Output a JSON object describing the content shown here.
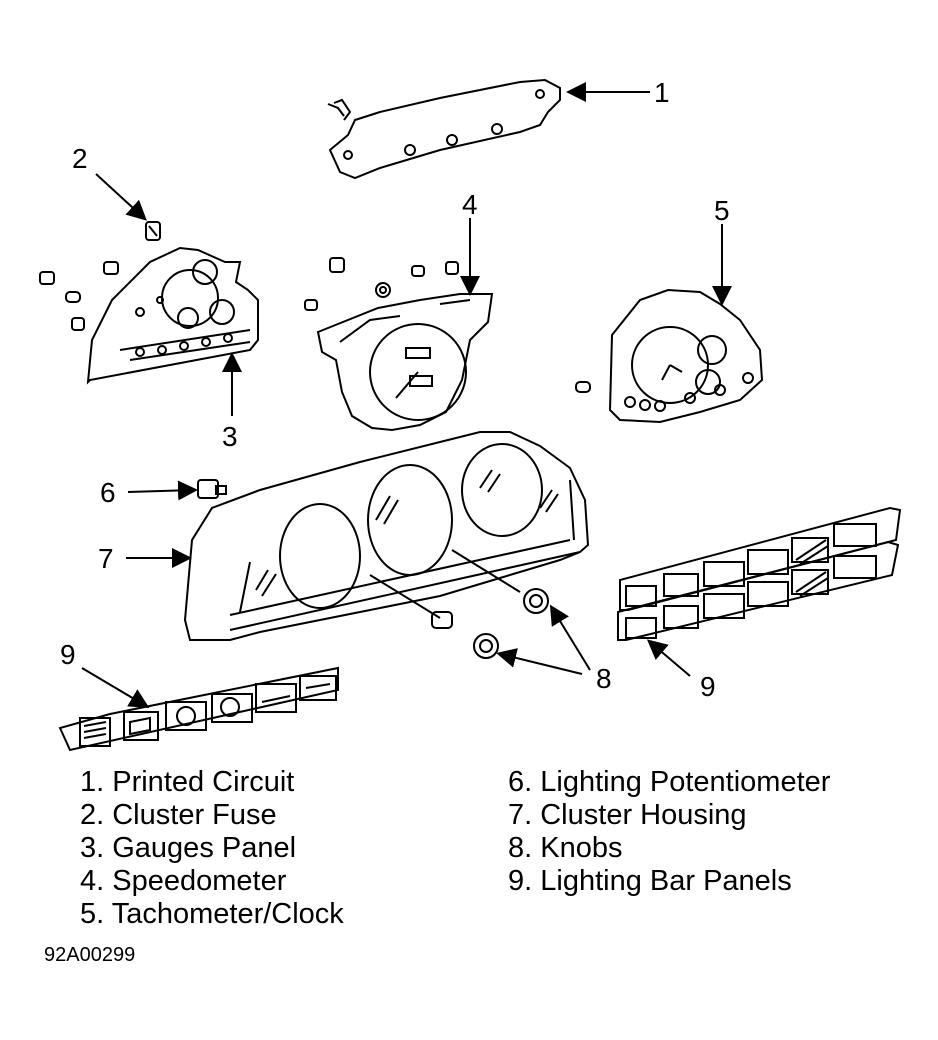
{
  "callouts": [
    "1",
    "2",
    "3",
    "4",
    "5",
    "6",
    "7",
    "8",
    "9",
    "9"
  ],
  "legend_left": [
    "1. Printed Circuit",
    "2. Cluster Fuse",
    "3. Gauges Panel",
    "4. Speedometer",
    "5. Tachometer/Clock"
  ],
  "legend_right": [
    "6. Lighting Potentiometer",
    "7. Cluster Housing",
    "8. Knobs",
    "9. Lighting Bar Panels"
  ],
  "figure_code": "92A00299"
}
